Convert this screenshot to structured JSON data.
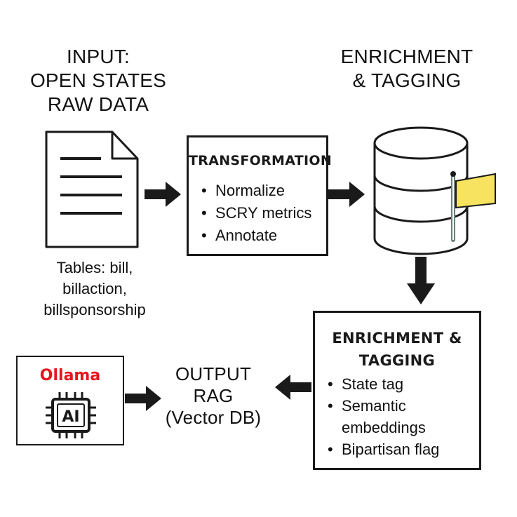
{
  "input": {
    "heading": [
      "INPUT:",
      "OPEN STATES",
      "RAW DATA"
    ],
    "tables_caption": [
      "Tables: bill,",
      "billaction,",
      "billsponsorship"
    ],
    "icon": "document-icon"
  },
  "transformation": {
    "title": "TRANSFORMATION",
    "items": [
      "Normalize",
      "SCRY metrics",
      "Annotate"
    ]
  },
  "enrichment_top": {
    "heading": [
      "ENRICHMENT",
      "& TAGGING"
    ],
    "icon": "database-with-flag-icon",
    "flag_color": "#f7e35f"
  },
  "enrichment_box": {
    "title": [
      "ENRICHMENT &",
      "TAGGING"
    ],
    "items": [
      "State tag",
      "Semantic embeddings",
      "Bipartisan flag"
    ]
  },
  "output": {
    "heading": [
      "OUTPUT",
      "RAG",
      "(Vector DB)"
    ]
  },
  "ollama": {
    "logo_text": "Ollama",
    "logo_color": "#e8141d",
    "chip_text": "AI",
    "icon": "ai-chip-icon"
  }
}
